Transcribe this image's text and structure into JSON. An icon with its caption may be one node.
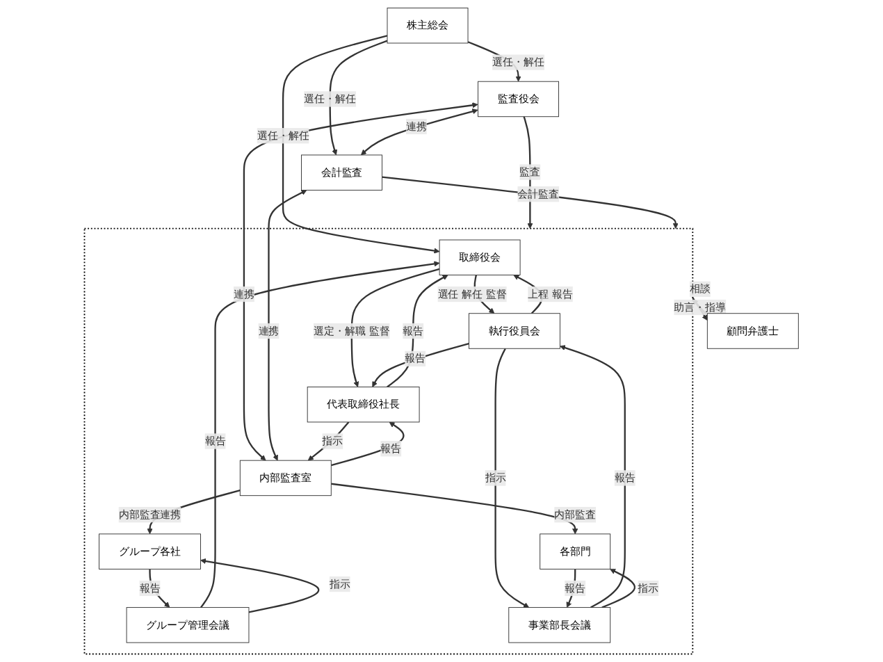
{
  "diagram": {
    "nodes": [
      {
        "text": [
          "株主総会"
        ]
      },
      {
        "text": [],
        "shape": "box"
      },
      {
        "text": [
          "取締役会"
        ],
        "in": 1
      },
      {
        "text": [
          "監査役会"
        ]
      },
      {
        "text": [
          "会計監査"
        ]
      },
      {
        "text": [
          "代表取締役社長"
        ],
        "in": 1
      },
      {
        "text": [
          "グループ管理会議"
        ],
        "in": 1
      },
      {
        "text": [
          "執行役員会"
        ],
        "in": 1
      },
      {
        "text": [
          "内部監査室"
        ],
        "in": 1
      },
      {
        "text": [
          "事業部長会議"
        ],
        "in": 1
      },
      {
        "text": [
          "グループ各社"
        ],
        "in": 1
      },
      {
        "text": [
          "各部門"
        ],
        "in": 1
      },
      {
        "text": [
          "顧問弁護士"
        ]
      }
    ],
    "edges": [
      {
        "from": 0,
        "to": 2,
        "arrow": "to",
        "label": "選任・解任"
      },
      {
        "from": 0,
        "to": 3,
        "arrow": "to",
        "label": "選任・解任"
      },
      {
        "from": 0,
        "to": 4,
        "arrow": "to",
        "label": "選任・解任"
      },
      {
        "from": 3,
        "to": 1,
        "arrow": "to",
        "label": "監査"
      },
      {
        "from": 3,
        "to": 4,
        "arrow": "both",
        "label": "連携"
      },
      {
        "from": 4,
        "to": 1,
        "arrow": "to",
        "label": "会計監査"
      },
      {
        "from": 3,
        "to": 8,
        "arrow": "both",
        "label": "連携"
      },
      {
        "from": 4,
        "to": 8,
        "arrow": "both",
        "label": "連携"
      },
      {
        "from": 12,
        "to": 1,
        "arrow": "to",
        "label": "助言・指導"
      },
      {
        "from": 1,
        "to": 12,
        "arrow": "to",
        "label": "相談"
      },
      {
        "from": 2,
        "to": 7,
        "arrow": "to",
        "label": "選任 解任 監督"
      },
      {
        "from": 7,
        "to": 2,
        "arrow": "to",
        "label": "上程 報告"
      },
      {
        "from": 2,
        "to": 5,
        "arrow": "to",
        "label": "選定・解職 監督"
      },
      {
        "from": 5,
        "to": 2,
        "arrow": "to",
        "label": "報告"
      },
      {
        "from": 6,
        "to": 2,
        "arrow": "to",
        "label": "報告"
      },
      {
        "from": 7,
        "to": 5,
        "arrow": "to",
        "label": "報告"
      },
      {
        "from": 5,
        "to": 8,
        "arrow": "to",
        "label": "指示"
      },
      {
        "from": 8,
        "to": 5,
        "arrow": "to",
        "label": "報告"
      },
      {
        "from": 6,
        "to": 10,
        "arrow": "to",
        "label": "指示"
      },
      {
        "from": 10,
        "to": 6,
        "arrow": "to",
        "label": "報告"
      },
      {
        "from": 7,
        "to": 9,
        "arrow": "to",
        "label": "指示"
      },
      {
        "from": 9,
        "to": 7,
        "arrow": "to",
        "label": "報告"
      },
      {
        "from": 9,
        "to": 11,
        "arrow": "to",
        "label": "指示"
      },
      {
        "from": 11,
        "to": 9,
        "arrow": "to",
        "label": "報告"
      },
      {
        "from": 8,
        "to": 10,
        "arrow": "to",
        "label": "内部監査連携"
      },
      {
        "from": 8,
        "to": 11,
        "arrow": "to",
        "label": "内部監査"
      }
    ]
  }
}
